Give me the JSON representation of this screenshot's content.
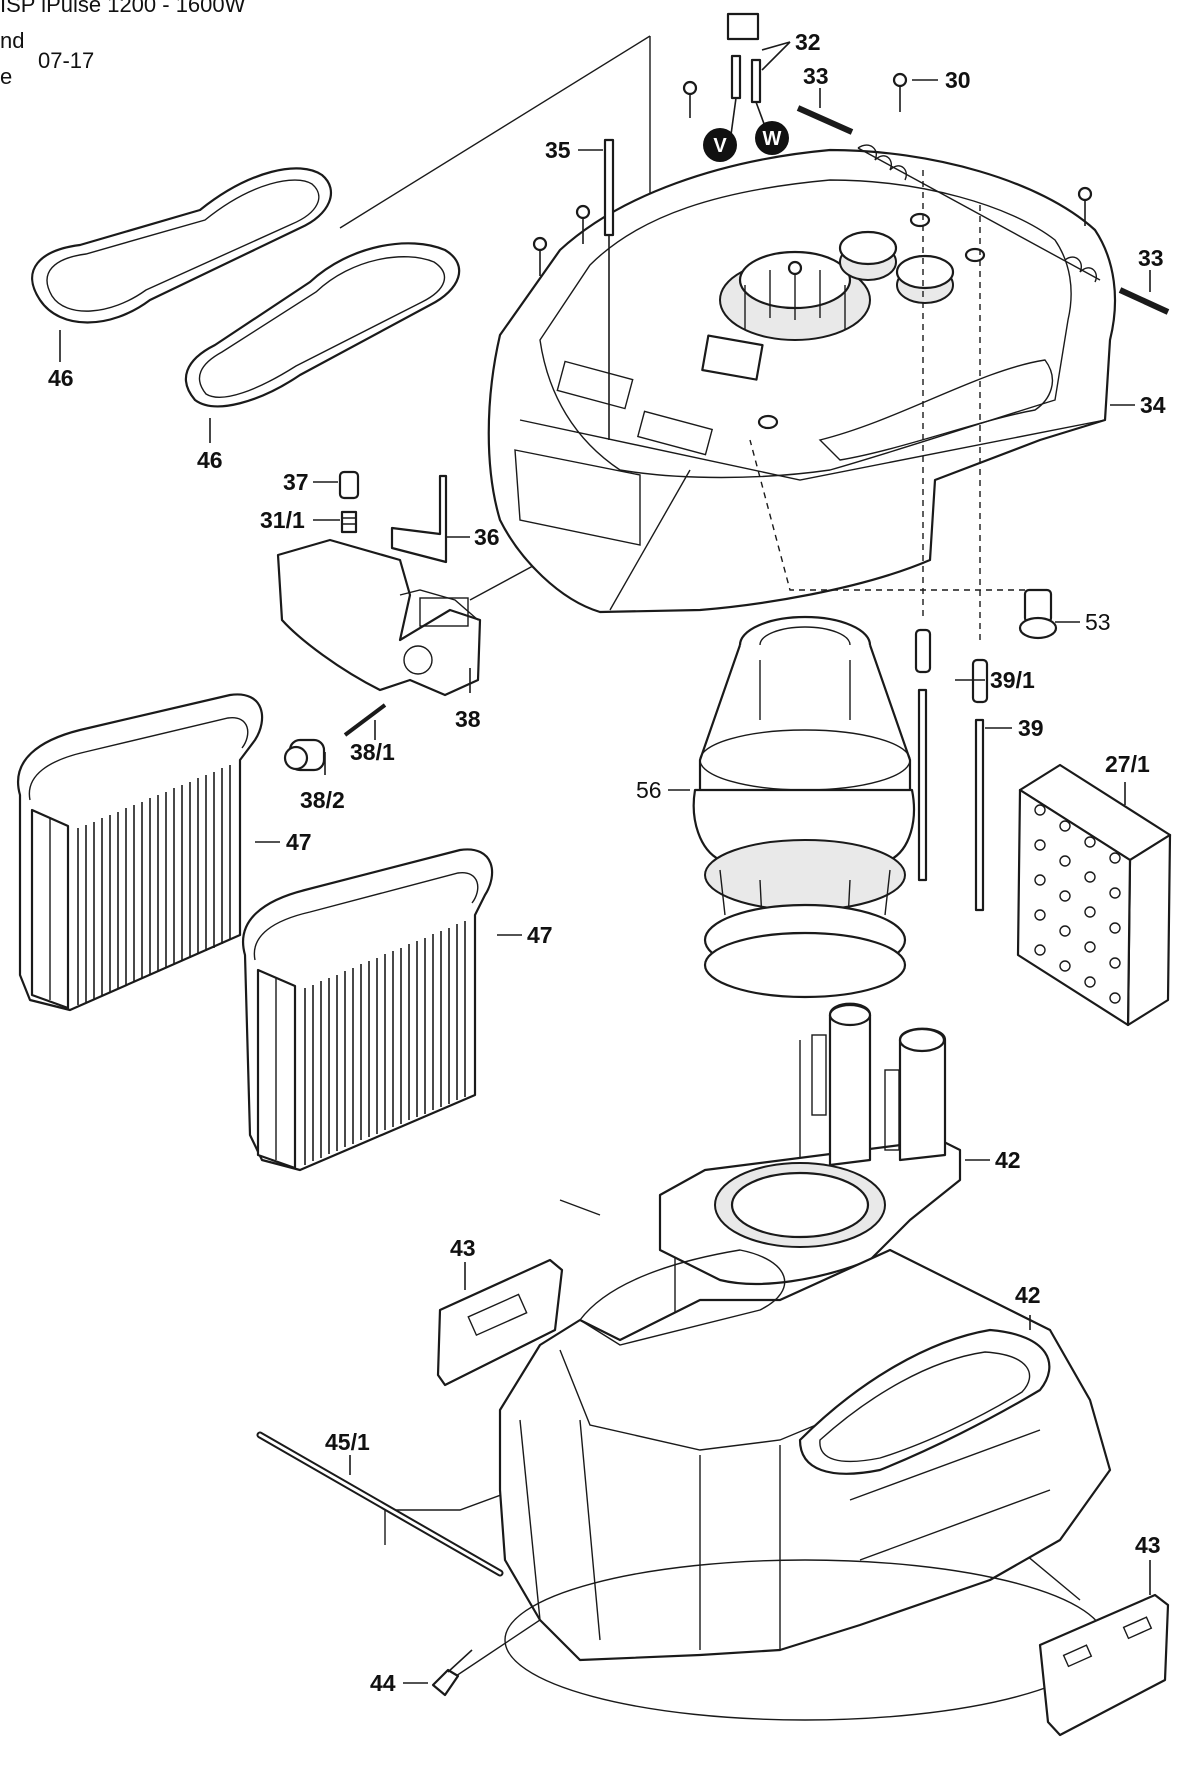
{
  "header": {
    "title": "ISP iPulse 1200 - 1600W",
    "line2": "nd",
    "line3": "e",
    "date": "07-17"
  },
  "callouts": {
    "c30": "30",
    "c31_1": "31/1",
    "c32": "32",
    "c33a": "33",
    "c33b": "33",
    "c34": "34",
    "c35": "35",
    "c36": "36",
    "c37": "37",
    "c38": "38",
    "c38_1": "38/1",
    "c38_2": "38/2",
    "c39": "39",
    "c39_1": "39/1",
    "c27_1": "27/1",
    "c42a": "42",
    "c42b": "42",
    "c43a": "43",
    "c43b": "43",
    "c44": "44",
    "c45_1": "45/1",
    "c46a": "46",
    "c46b": "46",
    "c47a": "47",
    "c47b": "47",
    "c53": "53",
    "c56": "56"
  },
  "badges": {
    "v": "V",
    "w": "W"
  }
}
